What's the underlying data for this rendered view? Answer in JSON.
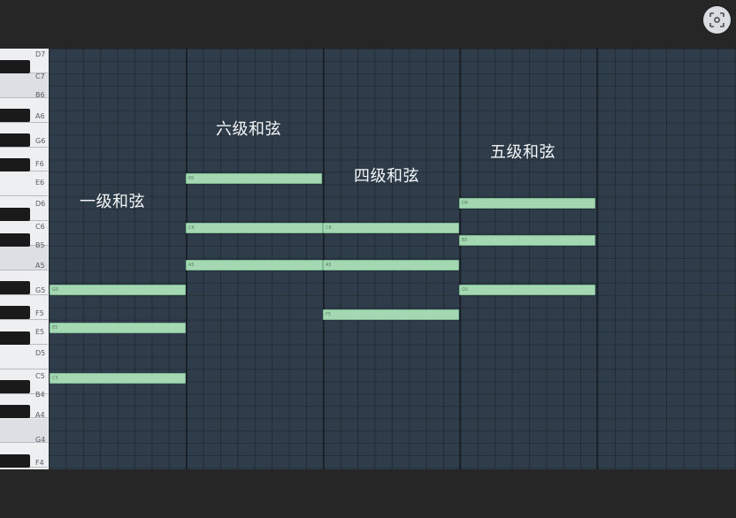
{
  "keyboard": {
    "labels": [
      "D7",
      "C7",
      "B6",
      "A6",
      "G6",
      "F6",
      "E6",
      "D6",
      "C6",
      "B5",
      "A5",
      "G5",
      "F5",
      "E5",
      "D5",
      "C5",
      "B4",
      "A4",
      "G4",
      "F4"
    ]
  },
  "chords": [
    {
      "label": "一级和弦"
    },
    {
      "label": "六级和弦"
    },
    {
      "label": "四级和弦"
    },
    {
      "label": "五级和弦"
    }
  ],
  "notes": [
    {
      "pitch": "G5",
      "label": "G5"
    },
    {
      "pitch": "E5",
      "label": "E5"
    },
    {
      "pitch": "C5",
      "label": "C5"
    },
    {
      "pitch": "E6",
      "label": "E6"
    },
    {
      "pitch": "C6",
      "label": "C6"
    },
    {
      "pitch": "A5",
      "label": "A5"
    },
    {
      "pitch": "C6",
      "label": "C6"
    },
    {
      "pitch": "A5",
      "label": "A5"
    },
    {
      "pitch": "F5",
      "label": "F5"
    },
    {
      "pitch": "D6",
      "label": "D6"
    },
    {
      "pitch": "B5",
      "label": "B5"
    },
    {
      "pitch": "G5",
      "label": "G5"
    }
  ],
  "toolbar": {
    "lens_icon": "lens-search-icon"
  },
  "colors": {
    "note_fill": "#a4d8b2",
    "grid_bg": "#2f3d4a",
    "chrome": "#262626"
  }
}
